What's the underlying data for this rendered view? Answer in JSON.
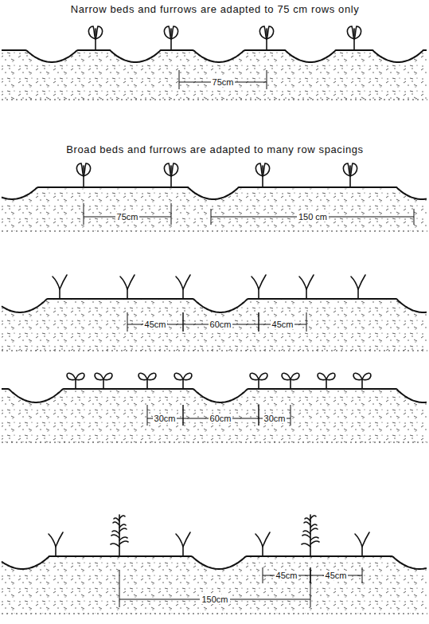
{
  "diagram": {
    "labels": [
      "Narrow beds and furrows are adapted to 75 cm rows only",
      "75cm",
      "Broad beds and furrows are adapted to many row spacings",
      "75cm",
      "150 cm",
      "45cm",
      "60cm",
      "45cm",
      "30cm",
      "60cm",
      "30cm",
      "150cm",
      "45cm",
      "45cm"
    ]
  }
}
